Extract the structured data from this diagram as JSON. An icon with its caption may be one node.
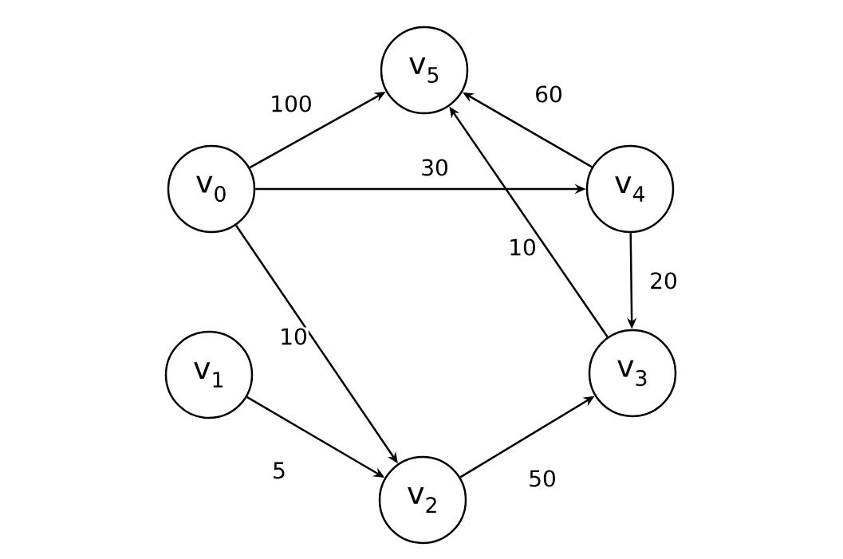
{
  "diagram": {
    "nodes": [
      {
        "text": [
          "v$_{0}$"
        ]
      },
      {
        "text": [
          "v$_{1}$"
        ]
      },
      {
        "text": [
          "v$_{2}$"
        ]
      },
      {
        "text": [
          "v$_{3}$"
        ]
      },
      {
        "text": [
          "v$_{4}$"
        ]
      },
      {
        "text": [
          "v$_{5}$"
        ]
      }
    ],
    "edges": [
      {
        "from": 0,
        "to": 5,
        "arrow": "to",
        "label": "100"
      },
      {
        "from": 0,
        "to": 4,
        "arrow": "to",
        "label": "30"
      },
      {
        "from": 0,
        "to": 2,
        "arrow": "to",
        "label": "10"
      },
      {
        "from": 1,
        "to": 2,
        "arrow": "to",
        "label": "5"
      },
      {
        "from": 2,
        "to": 3,
        "arrow": "to",
        "label": "50"
      },
      {
        "from": 4,
        "to": 5,
        "arrow": "to",
        "label": "60"
      },
      {
        "from": 4,
        "to": 3,
        "arrow": "to",
        "label": "20"
      },
      {
        "from": 3,
        "to": 5,
        "arrow": "to",
        "label": "10"
      }
    ]
  }
}
